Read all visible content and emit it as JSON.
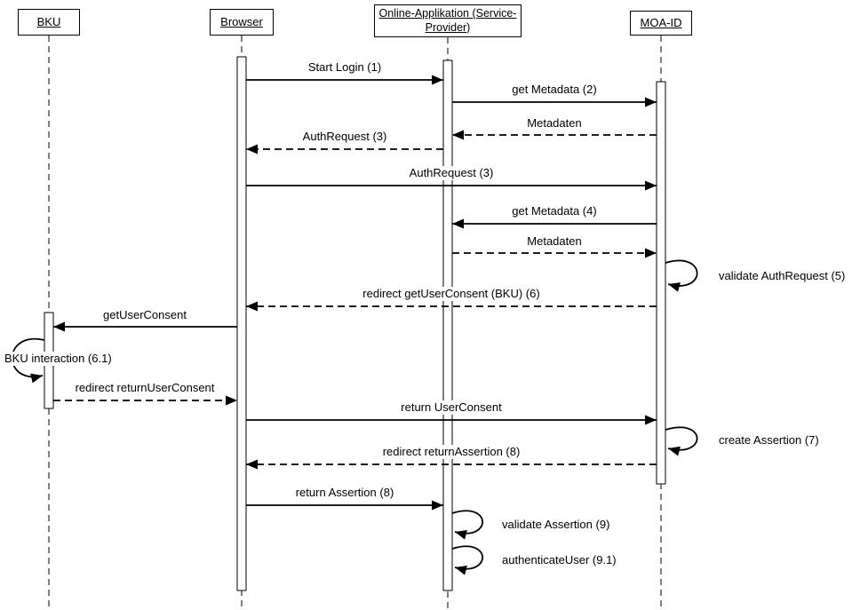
{
  "diagram": {
    "type": "uml-sequence",
    "colors": {
      "line": "#000000",
      "background": "#ffffff"
    },
    "actors": [
      {
        "label": "BKU"
      },
      {
        "label": "Browser"
      },
      {
        "label": "Online-Applikation (Service-Provider)"
      },
      {
        "label": "MOA-ID"
      }
    ],
    "messages": [
      {
        "label": "Start Login (1)",
        "from": "Browser",
        "to": "Online-Applikation (Service-Provider)",
        "style": "solid"
      },
      {
        "label": "get Metadata (2)",
        "from": "Online-Applikation (Service-Provider)",
        "to": "MOA-ID",
        "style": "solid"
      },
      {
        "label": "Metadaten",
        "from": "MOA-ID",
        "to": "Online-Applikation (Service-Provider)",
        "style": "dashed"
      },
      {
        "label": "AuthRequest (3)",
        "from": "Online-Applikation (Service-Provider)",
        "to": "Browser",
        "style": "dashed"
      },
      {
        "label": "AuthRequest (3)",
        "from": "Browser",
        "to": "MOA-ID",
        "style": "solid"
      },
      {
        "label": "get Metadata (4)",
        "from": "MOA-ID",
        "to": "Online-Applikation (Service-Provider)",
        "style": "solid"
      },
      {
        "label": "Metadaten",
        "from": "Online-Applikation (Service-Provider)",
        "to": "MOA-ID",
        "style": "dashed"
      },
      {
        "label": "validate AuthRequest (5)",
        "from": "MOA-ID",
        "to": "MOA-ID",
        "style": "self"
      },
      {
        "label": "redirect getUserConsent (BKU) (6)",
        "from": "MOA-ID",
        "to": "Browser",
        "style": "dashed"
      },
      {
        "label": "getUserConsent",
        "from": "Browser",
        "to": "BKU",
        "style": "solid"
      },
      {
        "label": "BKU interaction (6.1)",
        "from": "BKU",
        "to": "BKU",
        "style": "self"
      },
      {
        "label": "redirect returnUserConsent",
        "from": "BKU",
        "to": "Browser",
        "style": "dashed"
      },
      {
        "label": "return UserConsent",
        "from": "Browser",
        "to": "MOA-ID",
        "style": "solid"
      },
      {
        "label": "create Assertion (7)",
        "from": "MOA-ID",
        "to": "MOA-ID",
        "style": "self"
      },
      {
        "label": "redirect returnAssertion (8)",
        "from": "MOA-ID",
        "to": "Browser",
        "style": "dashed"
      },
      {
        "label": "return Assertion (8)",
        "from": "Browser",
        "to": "Online-Applikation (Service-Provider)",
        "style": "solid"
      },
      {
        "label": "validate Assertion (9)",
        "from": "Online-Applikation (Service-Provider)",
        "to": "Online-Applikation (Service-Provider)",
        "style": "self"
      },
      {
        "label": "authenticateUser (9.1)",
        "from": "Online-Applikation (Service-Provider)",
        "to": "Online-Applikation (Service-Provider)",
        "style": "self"
      }
    ]
  }
}
